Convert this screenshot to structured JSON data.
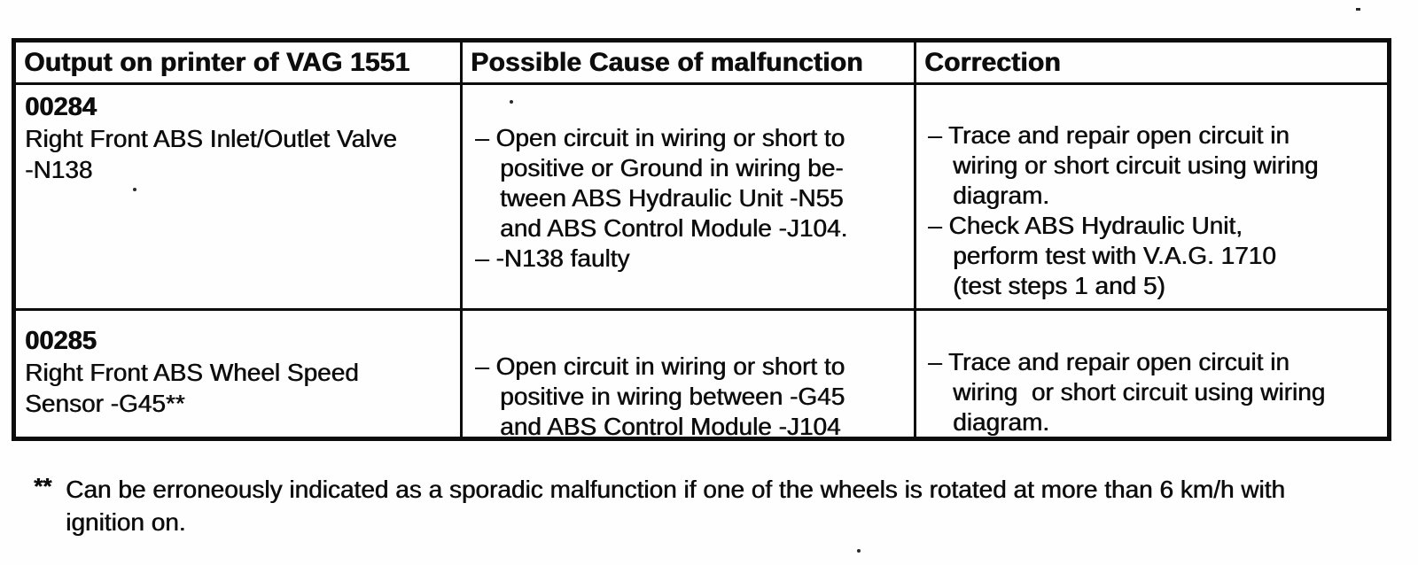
{
  "table": {
    "headers": [
      {
        "label": "Output on printer of VAG 1551"
      },
      {
        "label": "Possible Cause of malfunction"
      },
      {
        "label": "Correction"
      }
    ],
    "rows": [
      {
        "code": "00284",
        "component": "Right Front ABS Inlet/Outlet Valve\n-N138",
        "causes": [
          "– Open circuit in wiring or short to\npositive or Ground in wiring be-\ntween ABS Hydraulic Unit -N55\nand ABS Control Module -J104.",
          "– -N138 faulty"
        ],
        "corrections": [
          "– Trace and repair open circuit in\nwiring or short circuit using wiring\ndiagram.",
          "– Check ABS Hydraulic Unit,\nperform test with V.A.G. 1710\n(test steps 1 and 5)"
        ]
      },
      {
        "code": "00285",
        "component": "Right Front ABS Wheel Speed\nSensor -G45**",
        "causes": [
          "– Open circuit in wiring or short to\npositive in wiring between -G45\nand ABS Control Module -J104"
        ],
        "corrections": [
          "– Trace and repair open circuit in\nwiring  or short circuit using wiring\ndiagram."
        ]
      }
    ]
  },
  "footnote": {
    "marker": "**",
    "text": "Can be erroneously indicated as a sporadic malfunction if one of the wheels is rotated at more than 6 km/h with\nignition on."
  }
}
